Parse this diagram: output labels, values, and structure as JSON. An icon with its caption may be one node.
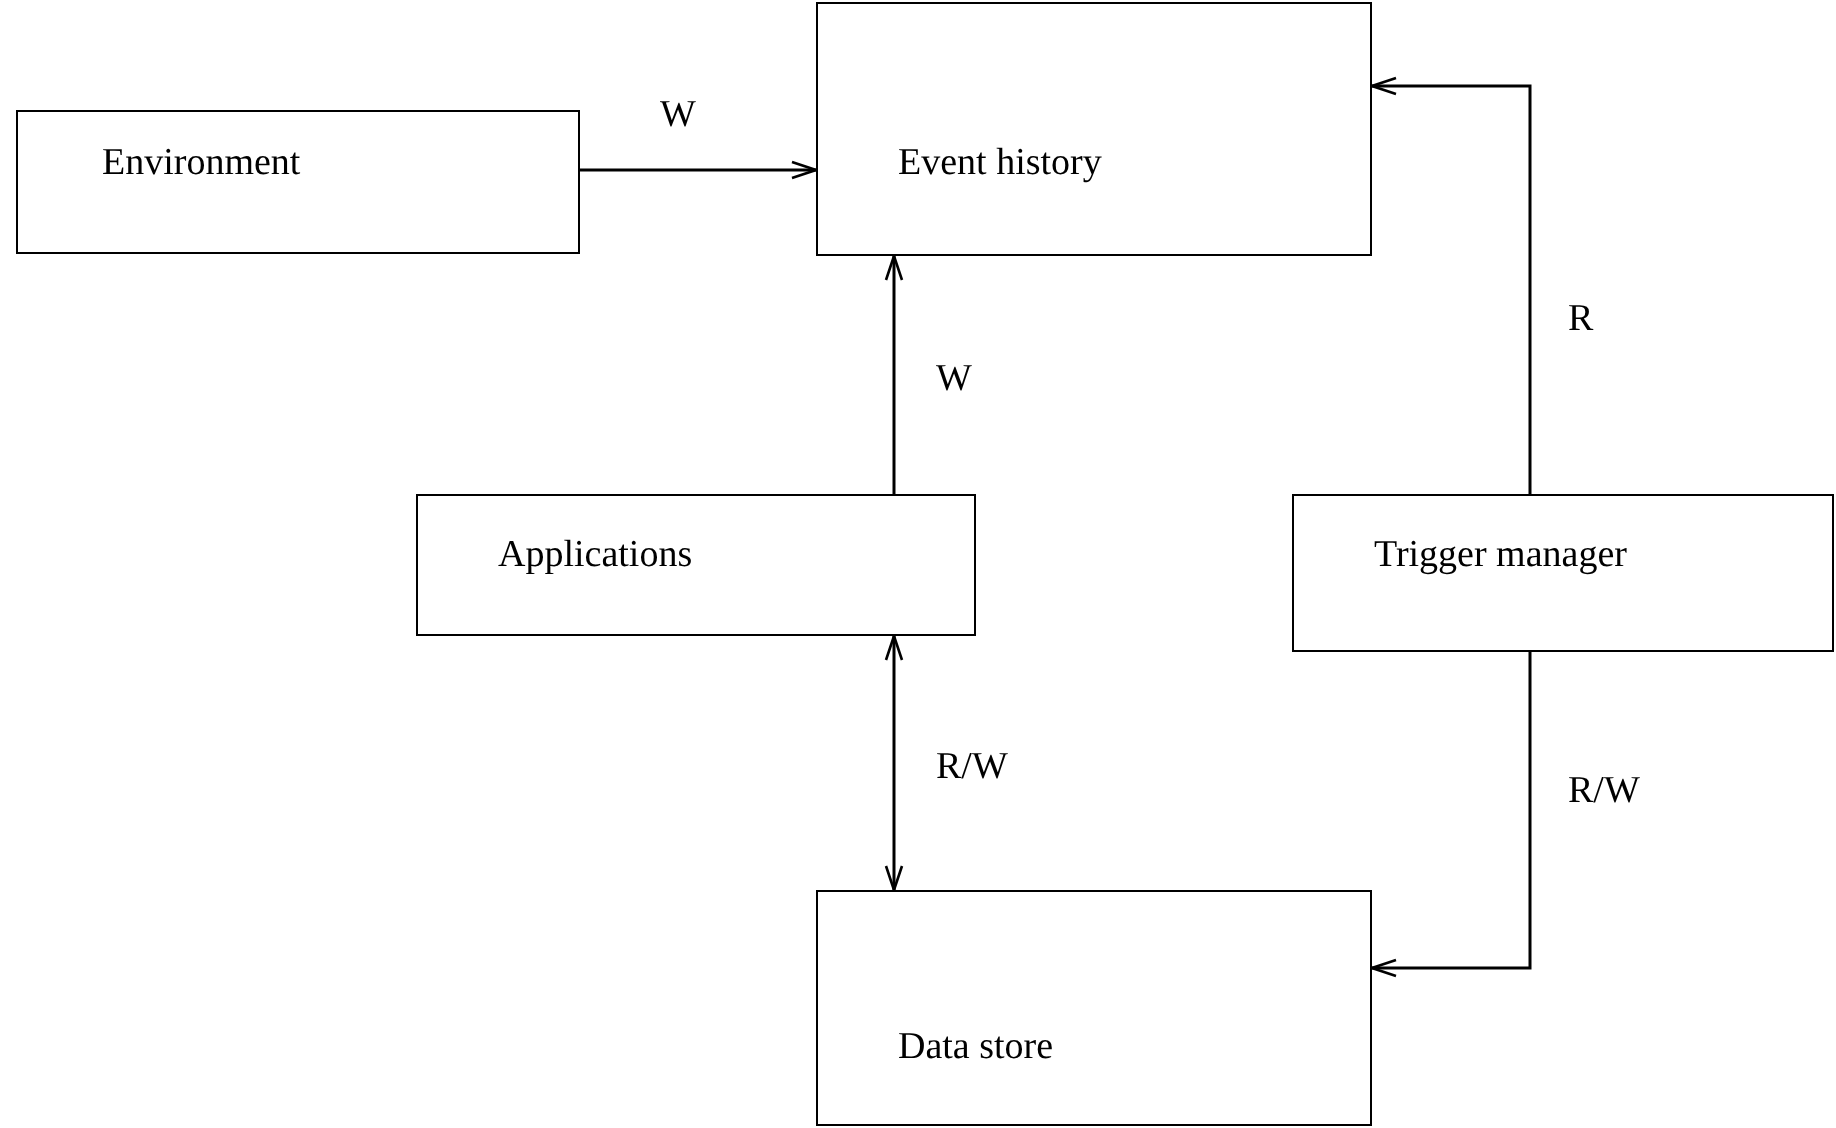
{
  "diagram": {
    "nodes": [
      {
        "text": [
          "Environment"
        ]
      },
      {
        "text": [
          "Event history"
        ]
      },
      {
        "text": [
          "Applications"
        ]
      },
      {
        "text": [
          "Trigger manager"
        ]
      },
      {
        "text": [
          "Data store"
        ]
      }
    ],
    "edges": [
      {
        "from": 0,
        "to": 1,
        "arrow": "to",
        "label": "W"
      },
      {
        "from": 2,
        "to": 1,
        "arrow": "to",
        "label": "W"
      },
      {
        "from": 3,
        "to": 1,
        "arrow": "to",
        "label": "R"
      },
      {
        "from": 2,
        "to": 4,
        "arrow": "both",
        "label": "R/W"
      },
      {
        "from": 3,
        "to": 4,
        "arrow": "to",
        "label": "R/W"
      }
    ]
  }
}
